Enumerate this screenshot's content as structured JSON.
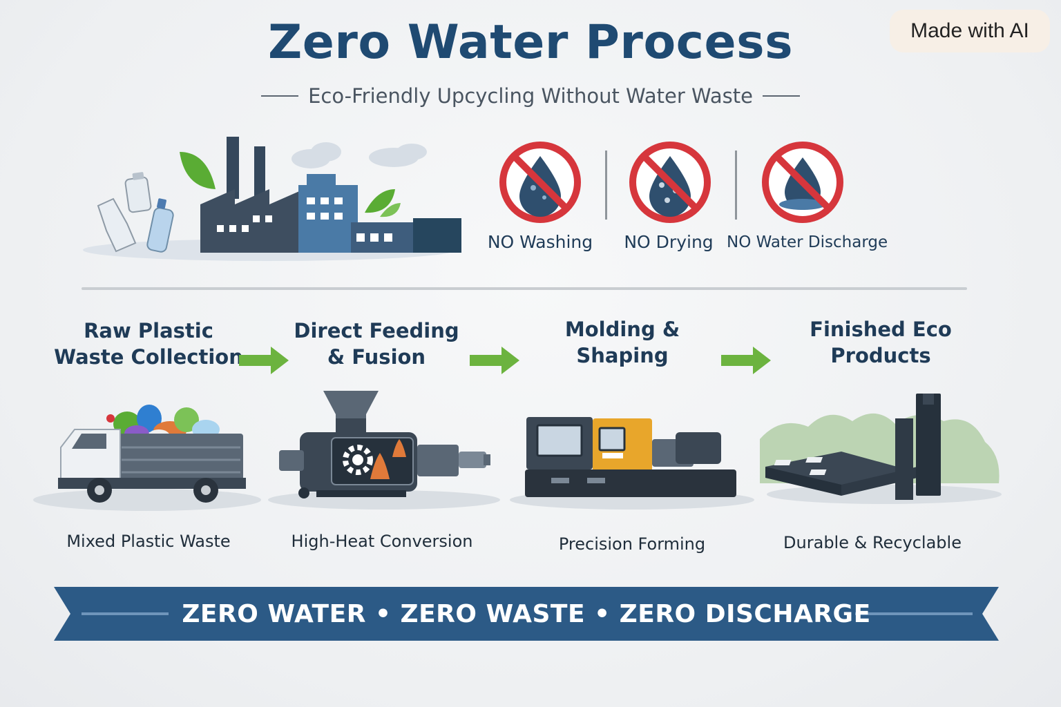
{
  "badge": "Made with AI",
  "title": "Zero Water Process",
  "subtitle": "Eco-Friendly Upcycling Without Water Waste",
  "no_items": [
    {
      "label": "NO Washing",
      "icon": "no-washing-icon"
    },
    {
      "label": "NO Drying",
      "icon": "no-drying-icon"
    },
    {
      "label": "NO Water Discharge",
      "icon": "no-water-discharge-icon"
    }
  ],
  "steps": [
    {
      "title_line1": "Raw Plastic",
      "title_line2": "Waste Collection",
      "caption": "Mixed Plastic Waste",
      "icon": "garbage-truck-icon"
    },
    {
      "title_line1": "Direct Feeding",
      "title_line2": "& Fusion",
      "caption": "High-Heat Conversion",
      "icon": "extruder-machine-icon"
    },
    {
      "title_line1": "Molding &",
      "title_line2": "Shaping",
      "caption": "Precision Forming",
      "icon": "molding-machine-icon"
    },
    {
      "title_line1": "Finished Eco",
      "title_line2": "Products",
      "caption": "Durable & Recyclable",
      "icon": "pallet-products-icon"
    }
  ],
  "banner": "ZERO WATER • ZERO WASTE • ZERO DISCHARGE",
  "colors": {
    "title": "#1f4a72",
    "banner": "#2c5a86",
    "arrow": "#6cb33f",
    "prohibit": "#d6363c",
    "drop": "#2f4f6e",
    "leaf": "#5aac34"
  }
}
